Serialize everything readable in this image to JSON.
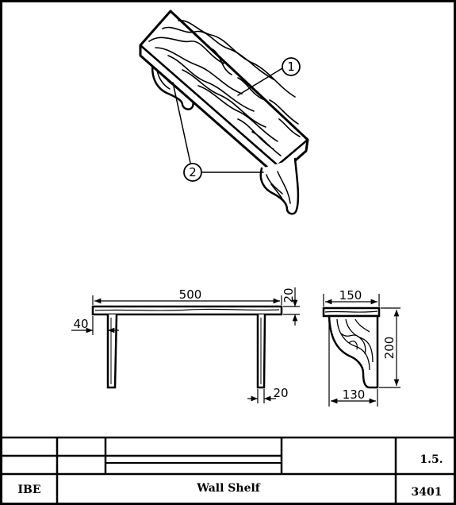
{
  "drawing": {
    "callouts": [
      "1",
      "2"
    ],
    "front_view": {
      "dims": {
        "length": "500",
        "thickness": "20",
        "leg_inset": "40",
        "leg_width": "20"
      }
    },
    "side_view": {
      "dims": {
        "depth": "150",
        "height": "200",
        "bracket": "130"
      }
    }
  },
  "title_block": {
    "code": "IBE",
    "title": "Wall Shelf",
    "sheet": "1.5.",
    "number": "3401"
  },
  "colors": {
    "ink": "#000000",
    "paper": "#ffffff"
  }
}
